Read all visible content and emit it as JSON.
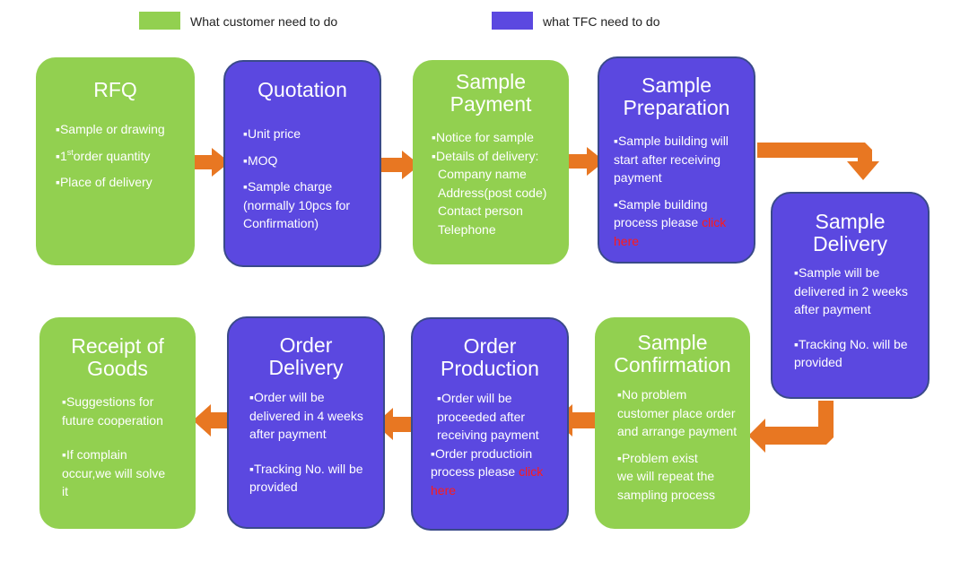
{
  "colors": {
    "customer": "#92d050",
    "tfc": "#5b48e0",
    "arrow": "#e87722",
    "link": "#ff1a1a"
  },
  "legend": {
    "customer": "What customer need to do",
    "tfc": "what TFC need to do"
  },
  "rfq": {
    "title": "RFQ",
    "items": [
      "▪Sample or drawing",
      "▪1",
      "st",
      "order quantity",
      "▪Place of delivery"
    ]
  },
  "quotation": {
    "title": "Quotation",
    "items": [
      "▪Unit price",
      "▪MOQ",
      "▪Sample charge",
      "(normally 10pcs for",
      " Confirmation)"
    ]
  },
  "sample_payment": {
    "title_line1": "Sample",
    "title_line2": "Payment",
    "items": [
      "▪Notice for sample",
      "▪Details of delivery:",
      "Company name",
      "Address(post code)",
      "Contact person",
      "Telephone"
    ]
  },
  "sample_preparation": {
    "title_line1": "Sample",
    "title_line2": "Preparation",
    "items": [
      "▪Sample building will",
      "start after receiving",
      "payment",
      "▪Sample building",
      "process please ",
      "click",
      "here"
    ]
  },
  "sample_delivery": {
    "title_line1": "Sample",
    "title_line2": "Delivery",
    "items": [
      "▪Sample will be",
      "delivered in 2 weeks",
      "after payment",
      "▪Tracking No. will be",
      "provided"
    ]
  },
  "sample_confirmation": {
    "title_line1": "Sample",
    "title_line2": "Confirmation",
    "items": [
      "▪No problem",
      "customer place order",
      "and arrange payment",
      "▪Problem exist",
      "we will repeat the",
      "sampling process"
    ]
  },
  "order_production": {
    "title_line1": "Order",
    "title_line2": "Production",
    "items": [
      "▪Order will be",
      "proceeded after",
      "receiving payment",
      "▪Order productioin",
      "process please ",
      "click",
      "here"
    ]
  },
  "order_delivery": {
    "title_line1": "Order",
    "title_line2": "Delivery",
    "items": [
      "▪Order will be",
      "delivered in 4 weeks",
      "after payment",
      "▪Tracking No. will be",
      "provided"
    ]
  },
  "receipt_of_goods": {
    "title_line1": "Receipt of",
    "title_line2": "Goods",
    "items": [
      "▪Suggestions for",
      "future cooperation",
      "▪If  complain",
      "occur,we  will  solve",
      "it"
    ]
  }
}
